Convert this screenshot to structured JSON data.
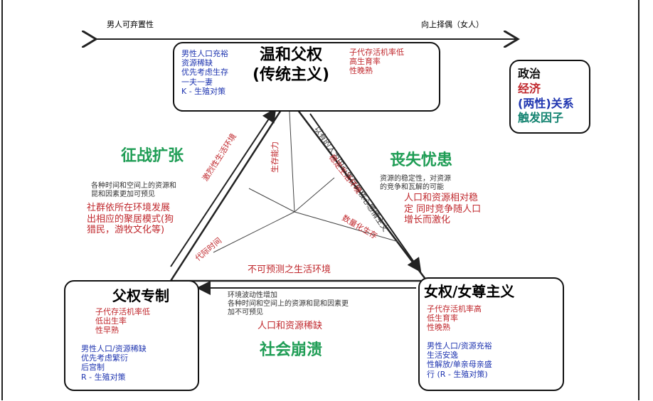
{
  "top_axis": {
    "left_label": "男人可弃置性",
    "right_label": "向上择偶（女人）"
  },
  "top_box": {
    "title_line1": "温和父权",
    "title_line2": "(传统主义)",
    "left_lines": [
      "男性人口充裕",
      "资源稀缺",
      "优先考虑生存",
      "一夫一妻",
      "K - 生殖对策"
    ],
    "right_lines": [
      "子代存活机率低",
      "高生育率",
      "性晚熟"
    ]
  },
  "legend": {
    "politics": "政治",
    "economy": "经济",
    "gender": "(两性)关系",
    "trigger": "触发因子"
  },
  "left_edge": {
    "heading": "征战扩张",
    "desc_lines": [
      "各种时间和空间上的资源和",
      "昆和因素更加可预见"
    ],
    "red_lines": [
      "社群依所在环境发展",
      "出相应的聚居模式(狗",
      "猎民，游牧文化等)"
    ]
  },
  "right_edge": {
    "heading": "丧失忧患",
    "desc_lines": [
      "资源的稳定性，对资源",
      "的竞争和瓦解的可能"
    ],
    "red_lines": [
      "人口和资源相对稳",
      "定 同时竞争随人口",
      "增长而激化"
    ]
  },
  "bottom_edge": {
    "heading": "社会崩溃",
    "desc_lines": [
      "环境波动性增加",
      "各种时间和空间上的资源和昆和因素更",
      "加不可预见"
    ],
    "red_line": "人口和资源稀缺"
  },
  "triangle": {
    "left_inner_outer": "激烈性生活环境",
    "left_inner_lower": "代际时间",
    "left_inner_upper": "生存能力",
    "right_outer": "以有的人为中心生存的核心感情主义",
    "right_inner_upper": "稳定生活环境",
    "right_inner_lower": "数量化生存",
    "bottom_inner": "不可预测之生活环境"
  },
  "bottom_left_box": {
    "title": "父权专制",
    "red_lines": [
      "子代存活机率低",
      "低出生率",
      "性早熟"
    ],
    "blue_lines": [
      "男性人口/资源稀缺",
      "优先考虑繁衍",
      "后宫制",
      "R - 生殖对策"
    ]
  },
  "bottom_right_box": {
    "title": "女权/女尊主义",
    "red_lines": [
      "子代存活机率高",
      "低生育率",
      "性晚熟"
    ],
    "blue_lines": [
      "男性人口/资源充裕",
      "生活安逸",
      "性解放/单亲母亲盛",
      "行 (R - 生殖对策)"
    ]
  }
}
